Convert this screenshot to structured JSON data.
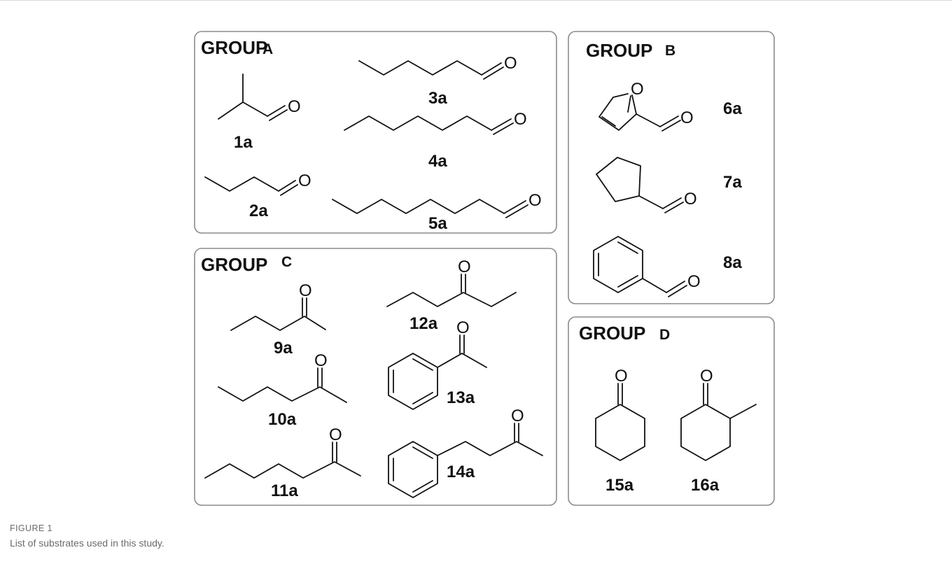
{
  "figure": {
    "caption_label": "FIGURE 1",
    "caption_text": "List of substrates used in this study."
  },
  "groups": [
    {
      "id": "A",
      "title": "GROUP",
      "letter": "A",
      "compounds": [
        "1a",
        "2a",
        "3a",
        "4a",
        "5a"
      ]
    },
    {
      "id": "B",
      "title": "GROUP",
      "letter": "B",
      "compounds": [
        "6a",
        "7a",
        "8a"
      ]
    },
    {
      "id": "C",
      "title": "GROUP",
      "letter": "C",
      "compounds": [
        "9a",
        "10a",
        "11a",
        "12a",
        "13a",
        "14a"
      ]
    },
    {
      "id": "D",
      "title": "GROUP",
      "letter": "D",
      "compounds": [
        "15a",
        "16a"
      ]
    }
  ],
  "atoms": {
    "oxygen": "O"
  }
}
